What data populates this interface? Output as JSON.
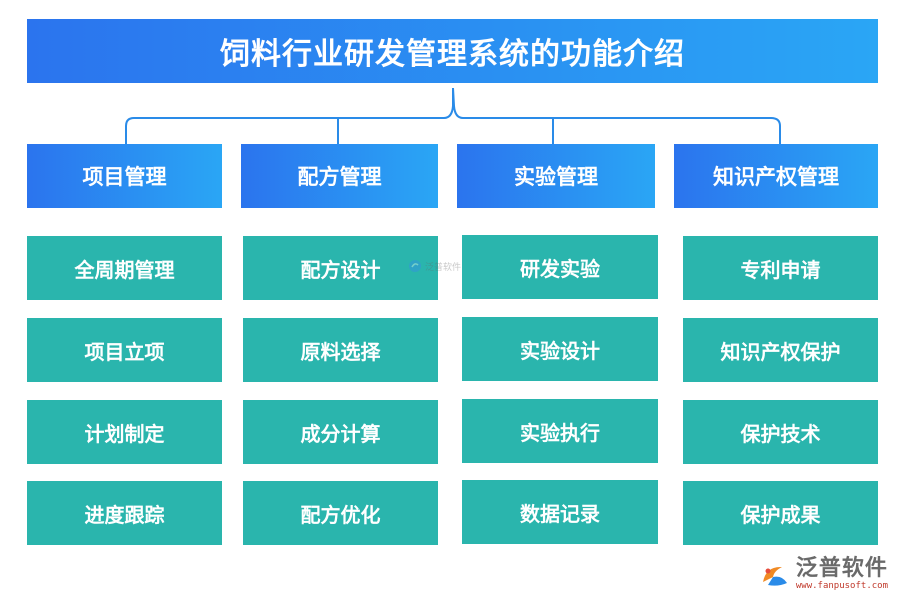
{
  "title": "饲料行业研发管理系统的功能介绍",
  "categories": [
    {
      "label": "项目管理",
      "items": [
        "全周期管理",
        "项目立项",
        "计划制定",
        "进度跟踪"
      ]
    },
    {
      "label": "配方管理",
      "items": [
        "配方设计",
        "原料选择",
        "成分计算",
        "配方优化"
      ]
    },
    {
      "label": "实验管理",
      "items": [
        "研发实验",
        "实验设计",
        "实验执行",
        "数据记录"
      ]
    },
    {
      "label": "知识产权管理",
      "items": [
        "专利申请",
        "知识产权保护",
        "保护技术",
        "保护成果"
      ]
    }
  ],
  "watermark": {
    "text": "泛普软件"
  },
  "logo": {
    "name": "泛普软件",
    "url": "www.fanpusoft.com"
  },
  "colors": {
    "header_gradient_start": "#2b74ee",
    "header_gradient_end": "#2aa6f5",
    "item_teal": "#2ab5ad",
    "connector": "#2a8be8"
  }
}
